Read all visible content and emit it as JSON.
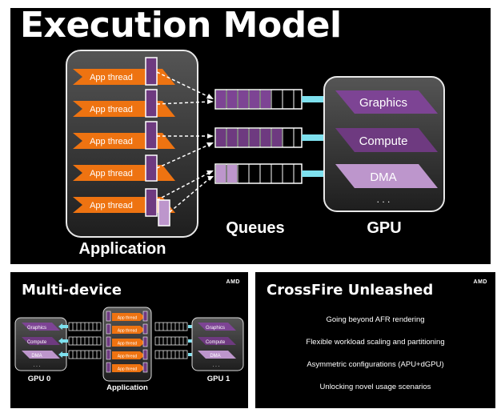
{
  "main_slide": {
    "title": "Execution Model",
    "app_threads": [
      "App thread",
      "App thread",
      "App thread",
      "App thread",
      "App thread"
    ],
    "application_label": "Application",
    "queues_label": "Queues",
    "gpu_label": "GPU",
    "gpu_engines": [
      "Graphics",
      "Compute",
      "DMA"
    ],
    "ellipsis": ". . ."
  },
  "multi_slide": {
    "title": "Multi-device",
    "brand": "AMD",
    "gpu0_label": "GPU 0",
    "gpu1_label": "GPU 1",
    "application_label": "Application",
    "app_threads": [
      "App thread",
      "App thread",
      "App thread",
      "App thread",
      "App thread"
    ],
    "gpu0_engines": [
      "Graphics",
      "Compute",
      "DMA"
    ],
    "gpu1_engines": [
      "Graphics",
      "Compute",
      "DMA"
    ],
    "ellipsis": ". . ."
  },
  "cross_slide": {
    "title": "CrossFire Unleashed",
    "brand": "AMD",
    "items": [
      "Going beyond AFR rendering",
      "Flexible workload scaling and partitioning",
      "Asymmetric configurations (APU+dGPU)",
      "Unlocking novel usage scenarios"
    ]
  },
  "colors": {
    "orange": "#ee7311",
    "purple_dark": "#6e3a80",
    "purple_mid": "#7d4494",
    "purple_light": "#bd96cc",
    "arrow_cyan": "#7ee0ee",
    "panel_gray": "#3d3d3d"
  }
}
